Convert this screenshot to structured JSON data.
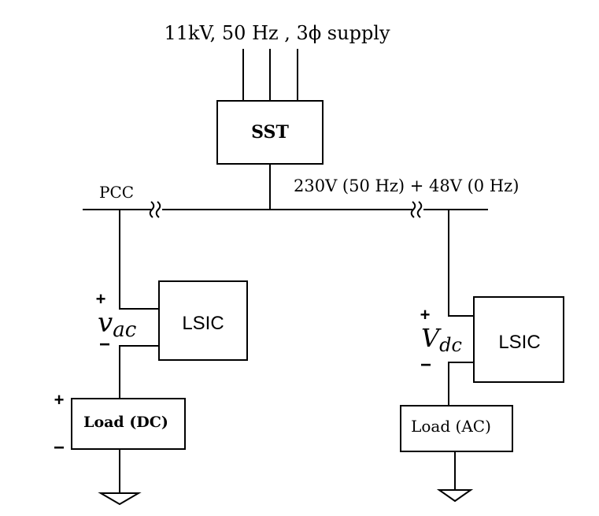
{
  "supply": {
    "text": "11kV, 50 Hz , 3ϕ supply"
  },
  "sst": {
    "label": "SST"
  },
  "pcc": {
    "label": "PCC"
  },
  "bus": {
    "label": "230V (50 Hz) + 48V (0 Hz)"
  },
  "left_branch": {
    "converter_label": "LSIC",
    "voltage_symbol": "v",
    "voltage_subscript": "ac",
    "plus": "+",
    "minus": "−",
    "load_label": "Load (DC)",
    "load_plus": "+",
    "load_minus": "−"
  },
  "right_branch": {
    "converter_label": "LSIC",
    "voltage_symbol": "V",
    "voltage_subscript": "dc",
    "plus": "+",
    "minus": "−",
    "load_label": "Load (AC)"
  }
}
